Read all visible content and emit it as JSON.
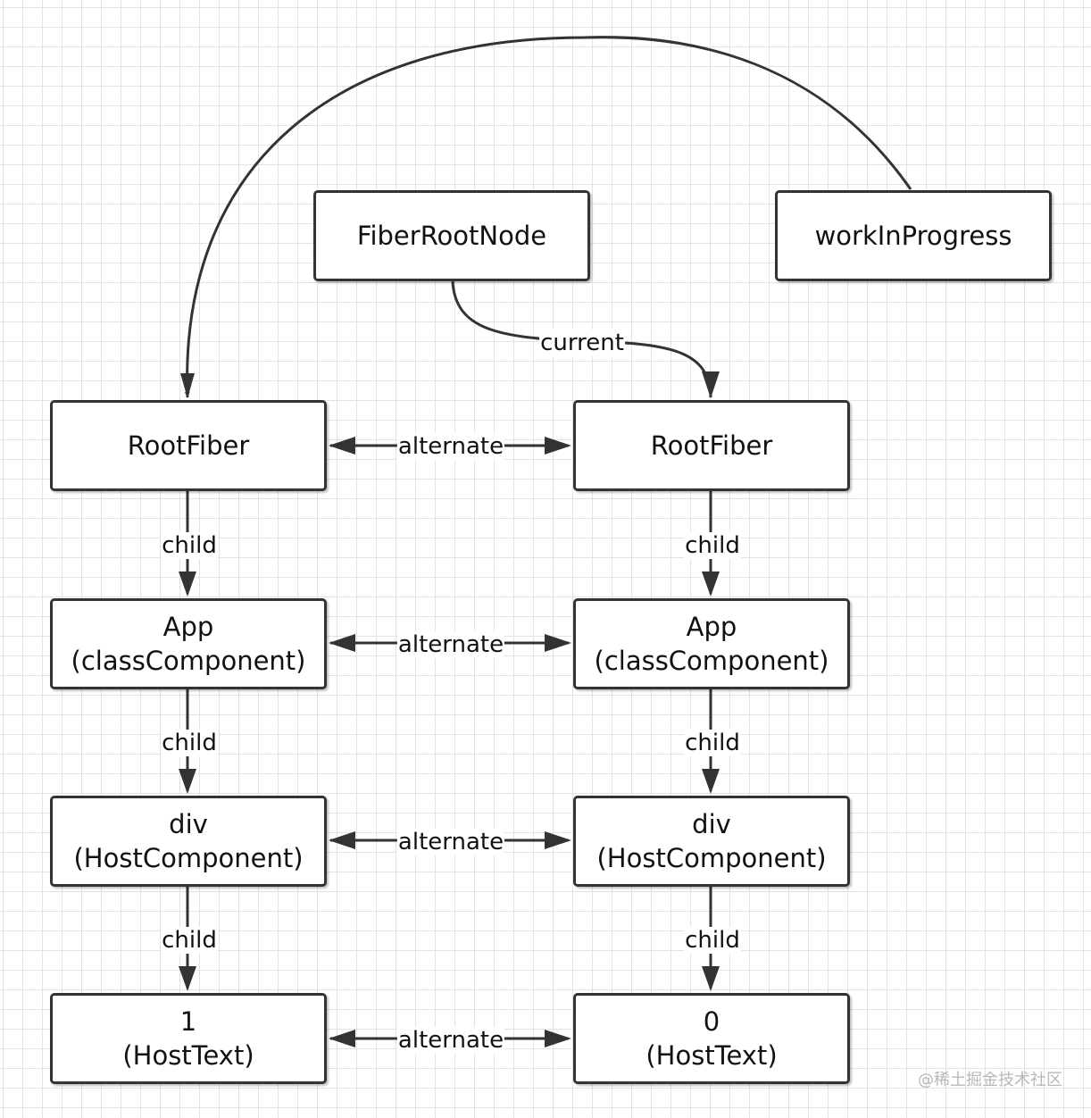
{
  "nodes": {
    "fiber_root_node": {
      "line1": "FiberRootNode"
    },
    "work_in_progress": {
      "line1": "workInProgress"
    },
    "left_root_fiber": {
      "line1": "RootFiber"
    },
    "right_root_fiber": {
      "line1": "RootFiber"
    },
    "left_app": {
      "line1": "App",
      "line2": "(classComponent)"
    },
    "right_app": {
      "line1": "App",
      "line2": "(classComponent)"
    },
    "left_div": {
      "line1": "div",
      "line2": "(HostComponent)"
    },
    "right_div": {
      "line1": "div",
      "line2": "(HostComponent)"
    },
    "left_text": {
      "line1": "1",
      "line2": "(HostText)"
    },
    "right_text": {
      "line1": "0",
      "line2": "(HostText)"
    }
  },
  "edges": {
    "current": "current",
    "alternate_1": "alternate",
    "alternate_2": "alternate",
    "alternate_3": "alternate",
    "alternate_4": "alternate",
    "child_left_1": "child",
    "child_left_2": "child",
    "child_left_3": "child",
    "child_right_1": "child",
    "child_right_2": "child",
    "child_right_3": "child"
  },
  "watermark": "@稀土掘金技术社区",
  "colors": {
    "stroke": "#333333",
    "grid": "#e2e2e2",
    "background": "#ffffff"
  }
}
